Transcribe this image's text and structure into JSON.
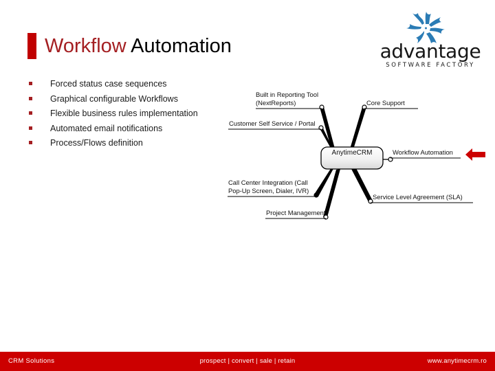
{
  "slide": {
    "title": {
      "accent": "Workflow",
      "rest": " Automation"
    },
    "bullets": [
      {
        "label": "Forced status case sequences"
      },
      {
        "label": "Graphical configurable Workflows"
      },
      {
        "label": "Flexible business rules implementation"
      },
      {
        "label": "Automated email notifications"
      },
      {
        "label": "Process/Flows definition"
      }
    ]
  },
  "logo": {
    "mark": "maple-leaf-icon",
    "word": "advantage",
    "sub": "software factory"
  },
  "mindmap": {
    "center": "AnytimeCRM",
    "highlight_arrow": "left-arrow-icon",
    "branches": [
      {
        "id": "built-in-reporting-tool",
        "lines": [
          "Built in Reporting Tool",
          "(NextReports)"
        ]
      },
      {
        "id": "customer-self-service-portal",
        "lines": [
          "Customer Self Service / Portal"
        ]
      },
      {
        "id": "call-center-integration",
        "lines": [
          "Call Center Integration (Call",
          "Pop-Up Screen, Dialer, IVR)"
        ]
      },
      {
        "id": "project-management",
        "lines": [
          "Project Management"
        ]
      },
      {
        "id": "core-support",
        "lines": [
          "Core Support"
        ]
      },
      {
        "id": "workflow-automation",
        "lines": [
          "Workflow Automation"
        ]
      },
      {
        "id": "service-level-agreement",
        "lines": [
          "Service Level Agreement (SLA)"
        ]
      }
    ]
  },
  "footer": {
    "left": "CRM Solutions",
    "center": "prospect | convert | sale | retain",
    "right": "www.anytimecrm.ro"
  },
  "colors": {
    "brand_red": "#cc0000",
    "title_red": "#a41f22",
    "logo_blue": "#2b7cb5",
    "arrow_red": "#cc0000"
  }
}
